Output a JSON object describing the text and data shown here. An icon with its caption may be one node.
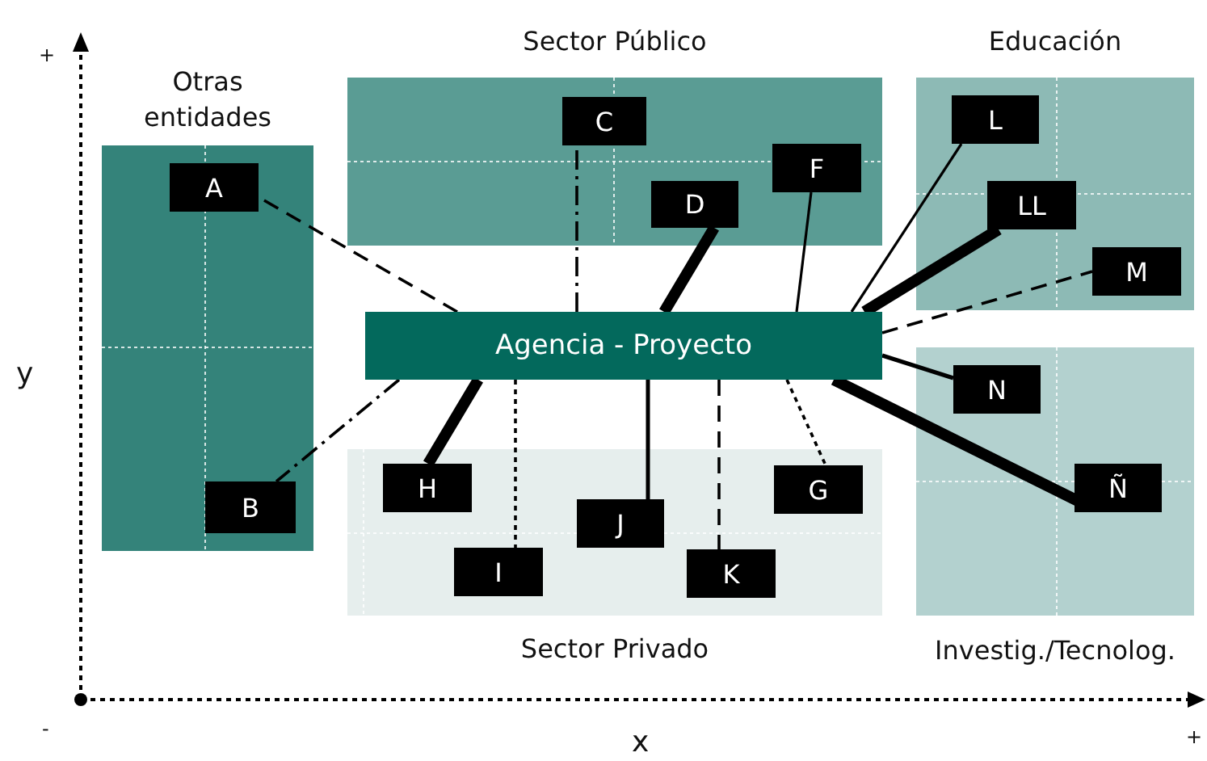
{
  "diagram": {
    "nodes": [
      {
        "text": [
          "Otras entidades"
        ]
      },
      {
        "text": [
          "Sector Público"
        ]
      },
      {
        "text": [
          "Educación"
        ]
      },
      {
        "text": [
          "Agencia - Proyecto"
        ]
      },
      {
        "text": [
          "Sector Privado"
        ]
      },
      {
        "text": [
          "Investig./Tecnolog."
        ]
      },
      {
        "text": [
          "A"
        ],
        "in": 0
      },
      {
        "text": [
          "B"
        ],
        "in": 0
      },
      {
        "text": [
          "C"
        ],
        "in": 1
      },
      {
        "text": [
          "D"
        ],
        "in": 1
      },
      {
        "text": [
          "F"
        ],
        "in": 1
      },
      {
        "text": [
          "L"
        ],
        "in": 2
      },
      {
        "text": [
          "LL"
        ],
        "in": 2
      },
      {
        "text": [
          "M"
        ],
        "in": 2
      },
      {
        "text": [
          "N"
        ],
        "in": 5
      },
      {
        "text": [
          "Ñ"
        ],
        "in": 5
      },
      {
        "text": [
          "H"
        ],
        "in": 4
      },
      {
        "text": [
          "I"
        ],
        "in": 4
      },
      {
        "text": [
          "J"
        ],
        "in": 4
      },
      {
        "text": [
          "K"
        ],
        "in": 4
      },
      {
        "text": [
          "G"
        ],
        "in": 4
      }
    ],
    "edges": [
      {
        "from": 3,
        "to": 6,
        "arrow": "none",
        "style": "dashed"
      },
      {
        "from": 3,
        "to": 7,
        "arrow": "none",
        "style": "dashed"
      },
      {
        "from": 3,
        "to": 8,
        "arrow": "none",
        "style": "dashed"
      },
      {
        "from": 3,
        "to": 9,
        "arrow": "none",
        "style": "thick"
      },
      {
        "from": 3,
        "to": 10,
        "arrow": "none"
      },
      {
        "from": 3,
        "to": 11,
        "arrow": "none"
      },
      {
        "from": 3,
        "to": 12,
        "arrow": "none",
        "style": "thick"
      },
      {
        "from": 3,
        "to": 13,
        "arrow": "none",
        "style": "dashed"
      },
      {
        "from": 3,
        "to": 14,
        "arrow": "none"
      },
      {
        "from": 3,
        "to": 15,
        "arrow": "none",
        "style": "thick"
      },
      {
        "from": 3,
        "to": 16,
        "arrow": "none",
        "style": "thick"
      },
      {
        "from": 3,
        "to": 17,
        "arrow": "none",
        "style": "dashed"
      },
      {
        "from": 3,
        "to": 18,
        "arrow": "none"
      },
      {
        "from": 3,
        "to": 19,
        "arrow": "none",
        "style": "dashed"
      },
      {
        "from": 3,
        "to": 20,
        "arrow": "none",
        "style": "dashed"
      }
    ],
    "labels": [
      "+",
      "y",
      "-",
      "x",
      "+"
    ]
  }
}
